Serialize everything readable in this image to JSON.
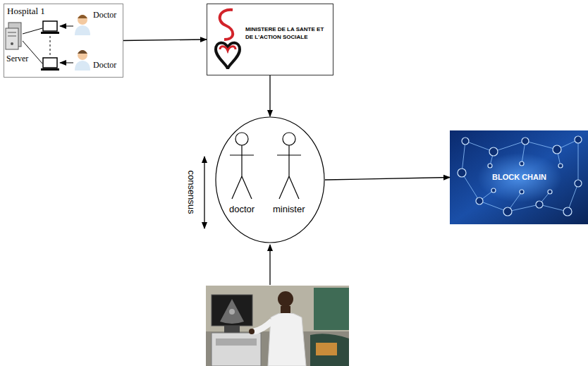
{
  "diagram": {
    "nodes": [
      {
        "text": [
          "Hospital 1",
          "Server",
          "Doctor",
          "Doctor"
        ]
      },
      {
        "text": [
          "MINISTERE DE LA SANTE ET DE L'ACTION SOCIALE"
        ]
      },
      {
        "text": [
          "doctor",
          "minister"
        ]
      },
      {
        "text": [
          "BLOCK CHAIN"
        ]
      }
    ],
    "edges": [
      {
        "from": 0,
        "to": 1,
        "arrow": "to"
      },
      {
        "from": 1,
        "to": 2,
        "arrow": "to"
      },
      {
        "from": 2,
        "to": 3,
        "arrow": "to"
      }
    ],
    "labels": [
      "consensus"
    ]
  }
}
